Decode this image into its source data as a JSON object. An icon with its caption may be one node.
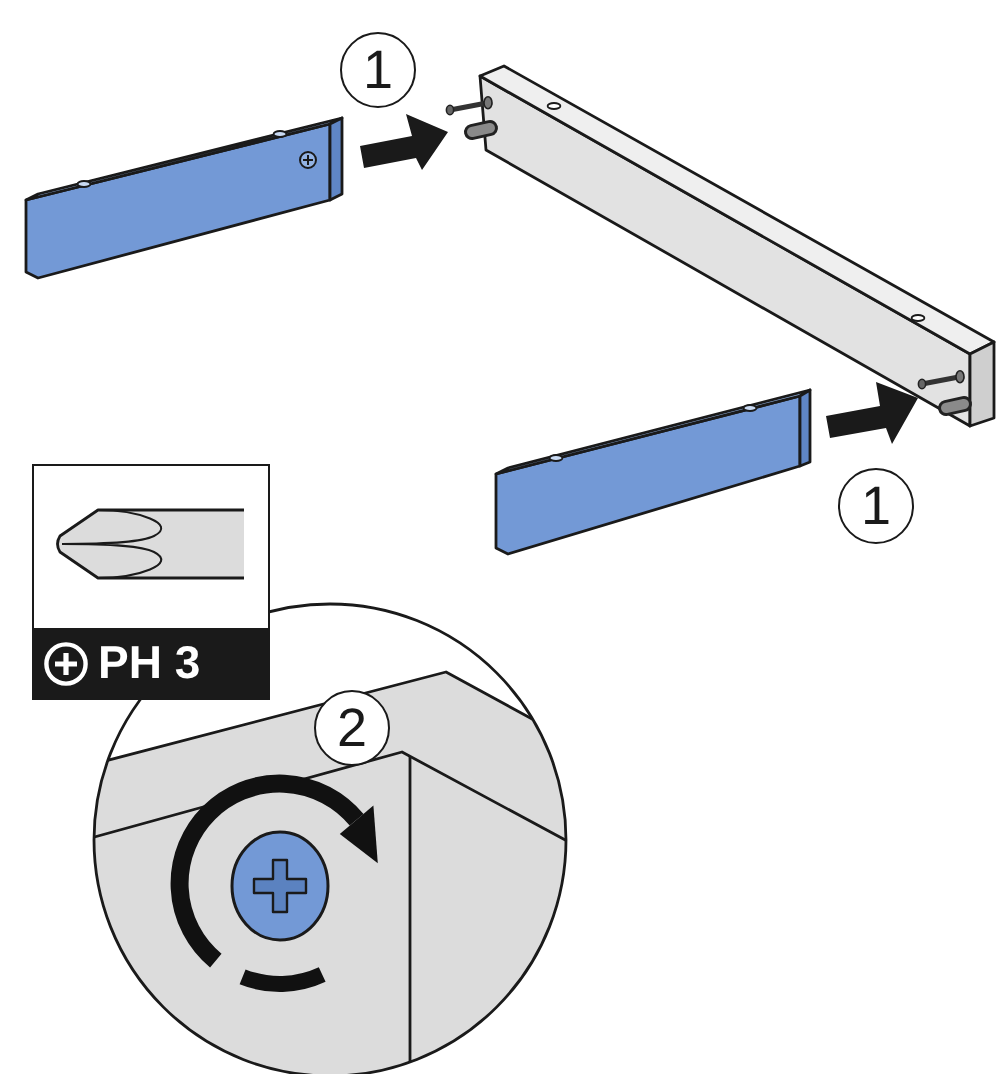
{
  "diagram": {
    "nodes": [
      {
        "text": [
          "PH 3"
        ]
      }
    ],
    "labels": [
      "1",
      "1",
      "2"
    ]
  }
}
